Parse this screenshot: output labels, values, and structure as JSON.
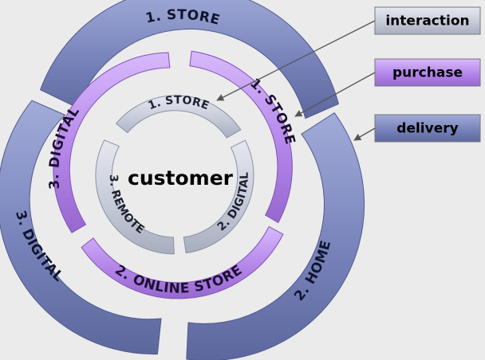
{
  "center_label": "customer",
  "legend": {
    "interaction": "interaction",
    "purchase": "purchase",
    "delivery": "delivery"
  },
  "rings": {
    "outer_delivery": {
      "store": "1. STORE",
      "home": "2. HOME",
      "digital": "3. DIGITAL"
    },
    "middle_purchase": {
      "store": "1. STORE",
      "online_store": "2. ONLINE STORE",
      "digital": "3.  DIGITAL"
    },
    "inner_interaction": {
      "store": "1. STORE",
      "digital": "2. DIGITAL",
      "remote": "3. REMOTE"
    }
  },
  "colors": {
    "delivery": "#7a86bd",
    "purchase": "#b486ea",
    "interaction": "#c6cbd9",
    "background": "#ebebeb"
  }
}
